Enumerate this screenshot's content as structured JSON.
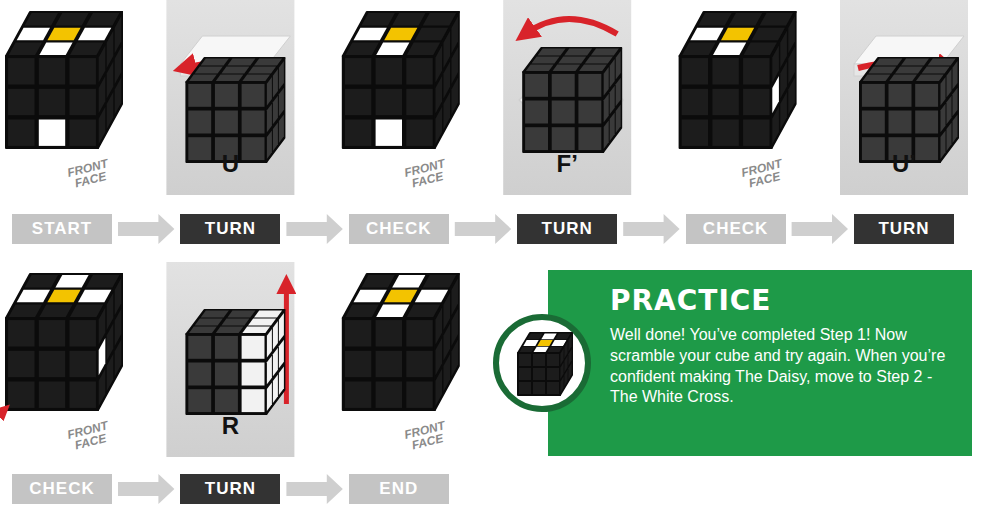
{
  "diagram": {
    "nodes": [
      {
        "text": [
          "START"
        ]
      },
      {
        "text": [
          "TURN"
        ]
      },
      {
        "text": [
          "CHECK"
        ]
      },
      {
        "text": [
          "TURN"
        ]
      },
      {
        "text": [
          "CHECK"
        ]
      },
      {
        "text": [
          "TURN"
        ]
      },
      {
        "text": [
          "CHECK"
        ]
      },
      {
        "text": [
          "TURN"
        ]
      },
      {
        "text": [
          "END"
        ]
      },
      {
        "text": [
          "PRACTICE",
          "Well done! You’ve completed Step 1! Now scramble your cube and try again. When you’re confident making The Daisy, move to Step 2 - The White Cross."
        ]
      }
    ],
    "edges": [
      {
        "from": 0,
        "to": 1,
        "arrow": "to"
      },
      {
        "from": 1,
        "to": 2,
        "arrow": "to"
      },
      {
        "from": 2,
        "to": 3,
        "arrow": "to"
      },
      {
        "from": 3,
        "to": 4,
        "arrow": "to"
      },
      {
        "from": 4,
        "to": 5,
        "arrow": "to"
      },
      {
        "from": 6,
        "to": 7,
        "arrow": "to"
      },
      {
        "from": 7,
        "to": 8,
        "arrow": "to"
      }
    ],
    "labels": [
      "FRONT FACE",
      "U",
      "FRONT FACE",
      "F’",
      "FRONT FACE",
      "U’",
      "FRONT FACE",
      "R",
      "FRONT FACE"
    ]
  }
}
